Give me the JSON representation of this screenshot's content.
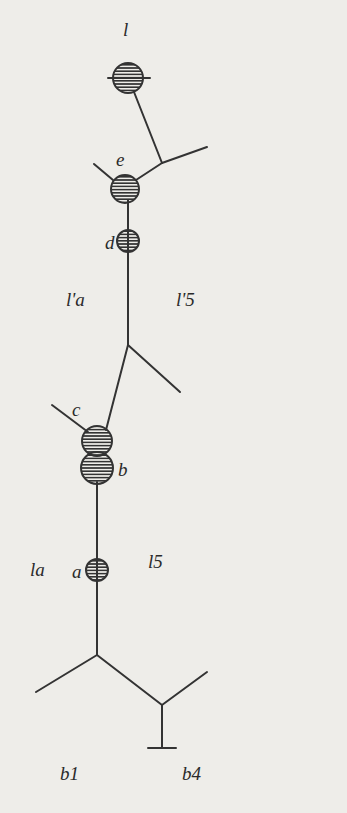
{
  "diagram": {
    "labels": [
      "l",
      "e",
      "l'a",
      "d",
      "l'5",
      "c",
      "b",
      "la",
      "l5",
      "a",
      "b1",
      "b4"
    ]
  }
}
